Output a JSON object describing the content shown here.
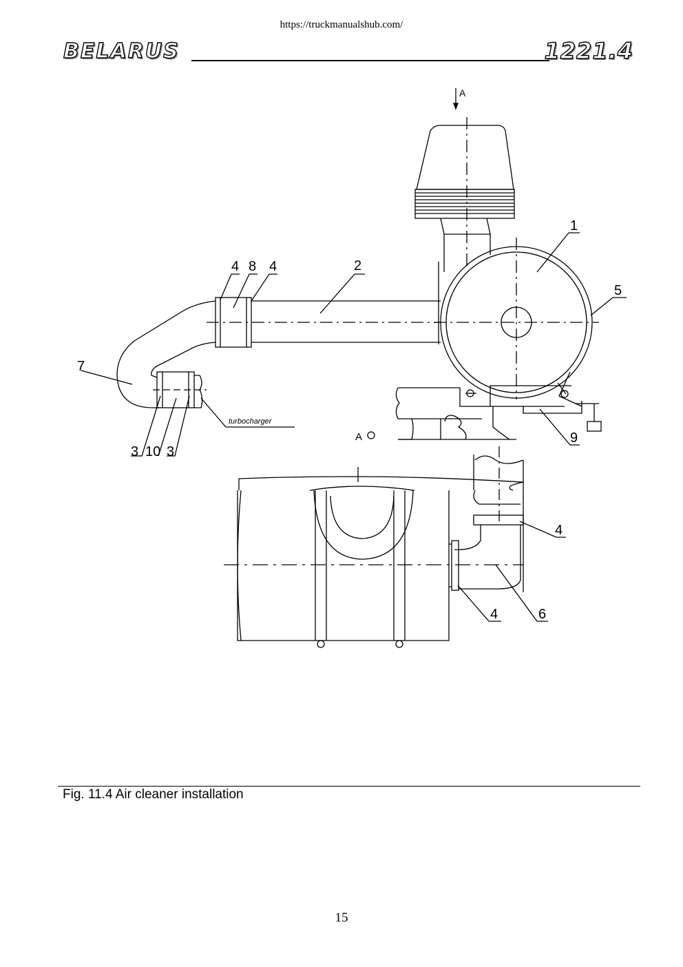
{
  "header": {
    "url": "https://truckmanualshub.com/",
    "brand": "BELARUS",
    "model": "1221.4"
  },
  "figure": {
    "view_label": "A",
    "view_marker": "A",
    "turbocharger_label": "turbocharger",
    "callouts": {
      "c1": "1",
      "c2": "2",
      "c3a": "3",
      "c10": "10",
      "c3b": "3",
      "c4a": "4",
      "c8": "8",
      "c4b": "4",
      "c5": "5",
      "c7": "7",
      "c9": "9",
      "c4c": "4",
      "c4d": "4",
      "c6": "6"
    },
    "caption": "Fig. 11.4  Air cleaner installation"
  },
  "footer": {
    "page_number": "15"
  }
}
